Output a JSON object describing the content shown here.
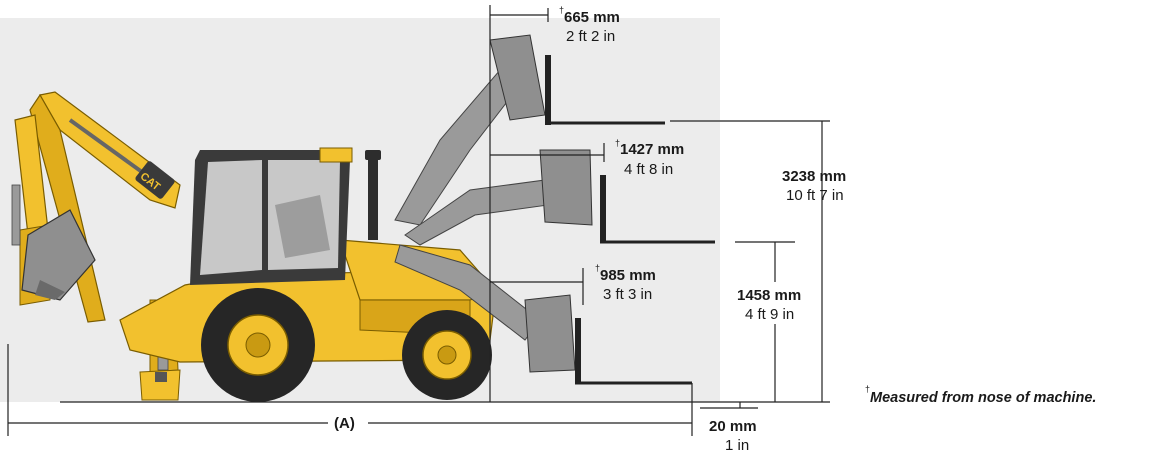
{
  "dimensions": [
    {
      "id": "fork-reach-top",
      "marker": "†",
      "metric": "665 mm",
      "imperial": "2 ft 2 in"
    },
    {
      "id": "fork-reach-mid",
      "marker": "†",
      "metric": "1427 mm",
      "imperial": "4 ft 8 in"
    },
    {
      "id": "fork-reach-low",
      "marker": "†",
      "metric": "985 mm",
      "imperial": "3 ft 3 in"
    },
    {
      "id": "lift-height-max",
      "metric": "3238 mm",
      "imperial": "10 ft 7 in"
    },
    {
      "id": "lift-height-mid",
      "metric": "1458 mm",
      "imperial": "4 ft 9 in"
    },
    {
      "id": "below-ground",
      "metric": "20 mm",
      "imperial": "1 in"
    },
    {
      "id": "overall-length",
      "label": "(A)"
    }
  ],
  "footnote": {
    "marker": "†",
    "text": "Measured from nose of machine."
  },
  "machine": {
    "decal": "CAT"
  },
  "colors": {
    "body": "#f2c12e",
    "body_shade": "#c99a12",
    "steel": "#8a8a8a",
    "tire": "#262626",
    "cab_glass": "#c8c8c8"
  }
}
